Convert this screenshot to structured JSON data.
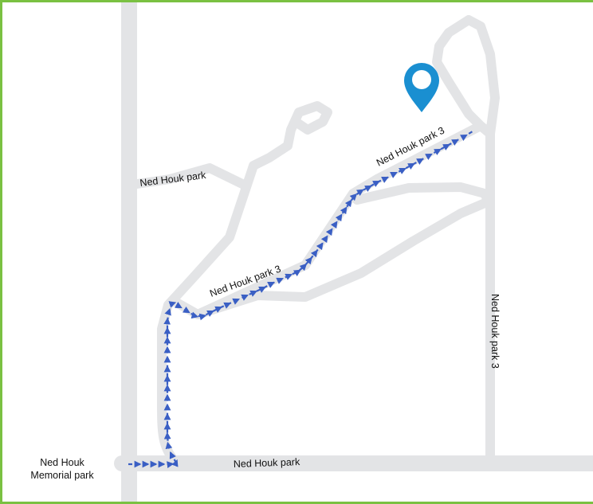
{
  "colors": {
    "frame": "#7ac142",
    "road": "#e3e4e6",
    "route": "#3a5fc4",
    "marker": "#1a8fd1"
  },
  "labels": {
    "memorial_line1": "Ned Houk",
    "memorial_line2": "Memorial park",
    "bottom_road": "Ned Houk park",
    "upper_left_road": "Ned Houk park",
    "mid_route": "Ned Houk park 3",
    "top_route": "Ned Houk park 3",
    "right_road": "Ned Houk park 3"
  },
  "icons": {
    "destination": "map-pin-icon",
    "route_arrow": "chevron-right-icon"
  }
}
